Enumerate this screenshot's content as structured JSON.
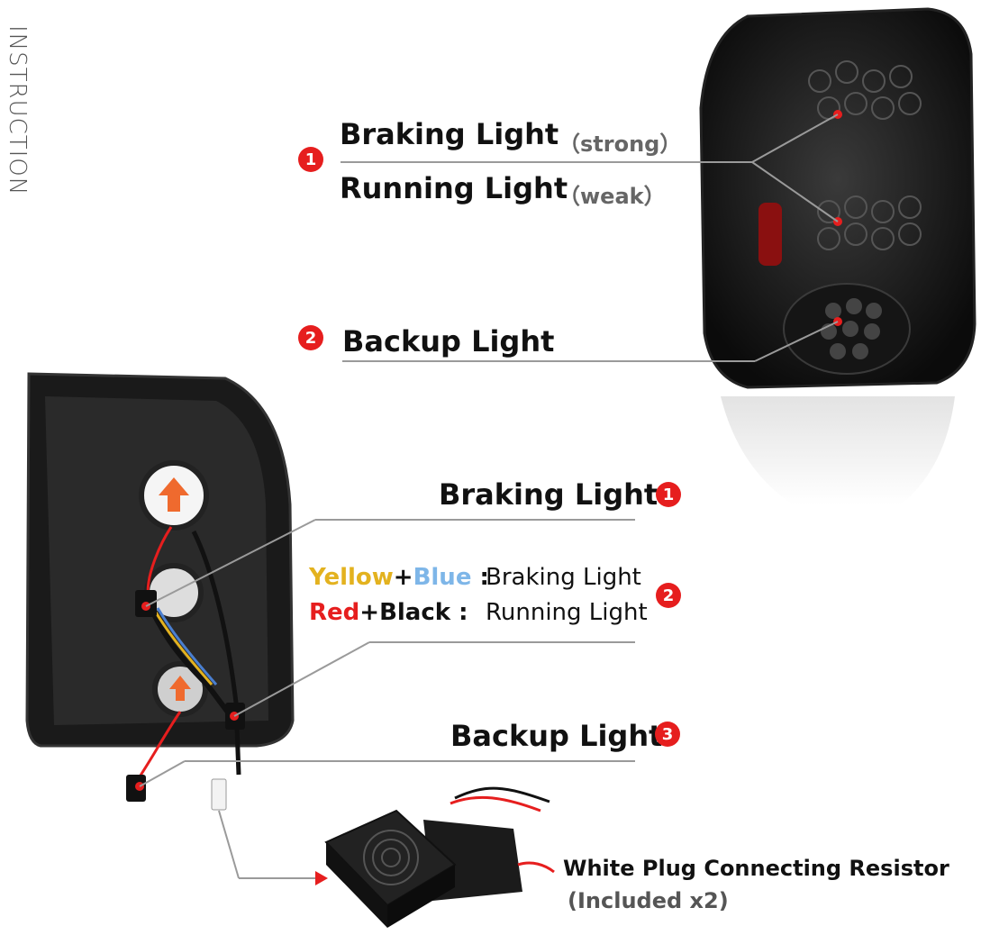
{
  "instruction": "INSTRUCTION",
  "top_section": {
    "item1": {
      "num": "1",
      "braking_label": "Braking Light",
      "braking_note": "（strong）",
      "running_label": "Running Light",
      "running_note": "（weak）"
    },
    "item2": {
      "num": "2",
      "label": "Backup Light"
    }
  },
  "bottom_section": {
    "item1": {
      "num": "1",
      "label": "Braking Light"
    },
    "item2": {
      "num": "2",
      "row1": {
        "c1": "Yellow",
        "plus": "+",
        "c2": "Blue",
        "colon": " :",
        "value": "Braking Light"
      },
      "row2": {
        "c1": "Red",
        "plus": "+",
        "c2": "Black",
        "colon": " :",
        "value": "Running Light"
      }
    },
    "item3": {
      "num": "3",
      "label": "Backup Light"
    },
    "resistor": {
      "label": "White Plug Connecting Resistor",
      "note": "(Included x2)"
    }
  },
  "colors": {
    "accent_red": "#e61e1e",
    "yellow": "#e3b21f",
    "blue": "#7eb6e8"
  }
}
